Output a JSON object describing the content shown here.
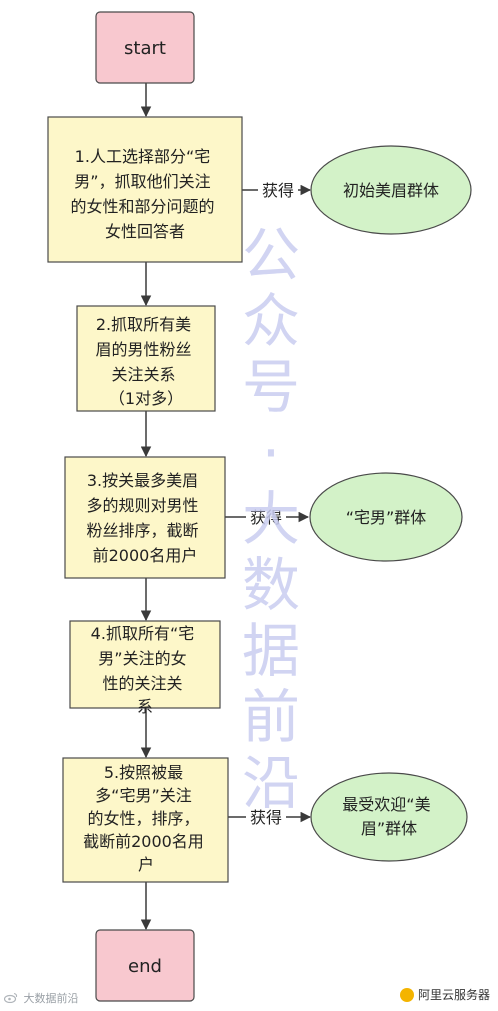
{
  "nodes": {
    "start": "start",
    "step1": [
      "1.人工选择部分“宅",
      "男”，抓取他们关注",
      "的女性和部分问题的",
      "女性回答者"
    ],
    "step2": [
      "2.抓取所有美",
      "眉的男性粉丝",
      "关注关系",
      "（1对多）"
    ],
    "step3": [
      "3.按关最多美眉",
      "多的规则对男性",
      "粉丝排序，截断",
      "前2000名用户"
    ],
    "step4": [
      "4.抓取所有“宅",
      "男”关注的女",
      "性的关注关",
      "系"
    ],
    "step5": [
      "5.按照被最",
      "多“宅男”关注",
      "的女性，排序，",
      "截断前2000名用",
      "户"
    ],
    "end": "end"
  },
  "results": {
    "r1": "初始美眉群体",
    "r3": "“宅男”群体",
    "r5": [
      "最受欢迎“美",
      "眉”群体"
    ]
  },
  "edge_label": "获得",
  "watermark": [
    "公",
    "众",
    "号",
    "·",
    "大",
    "数",
    "据",
    "前",
    "沿"
  ],
  "footer": {
    "left": "大数据前沿",
    "right": "阿里云服务器"
  },
  "colors": {
    "terminal_fill": "#f8c8cf",
    "process_fill": "#fdf7c9",
    "result_fill": "#d3f2c8",
    "stroke": "#4a4a4a"
  }
}
